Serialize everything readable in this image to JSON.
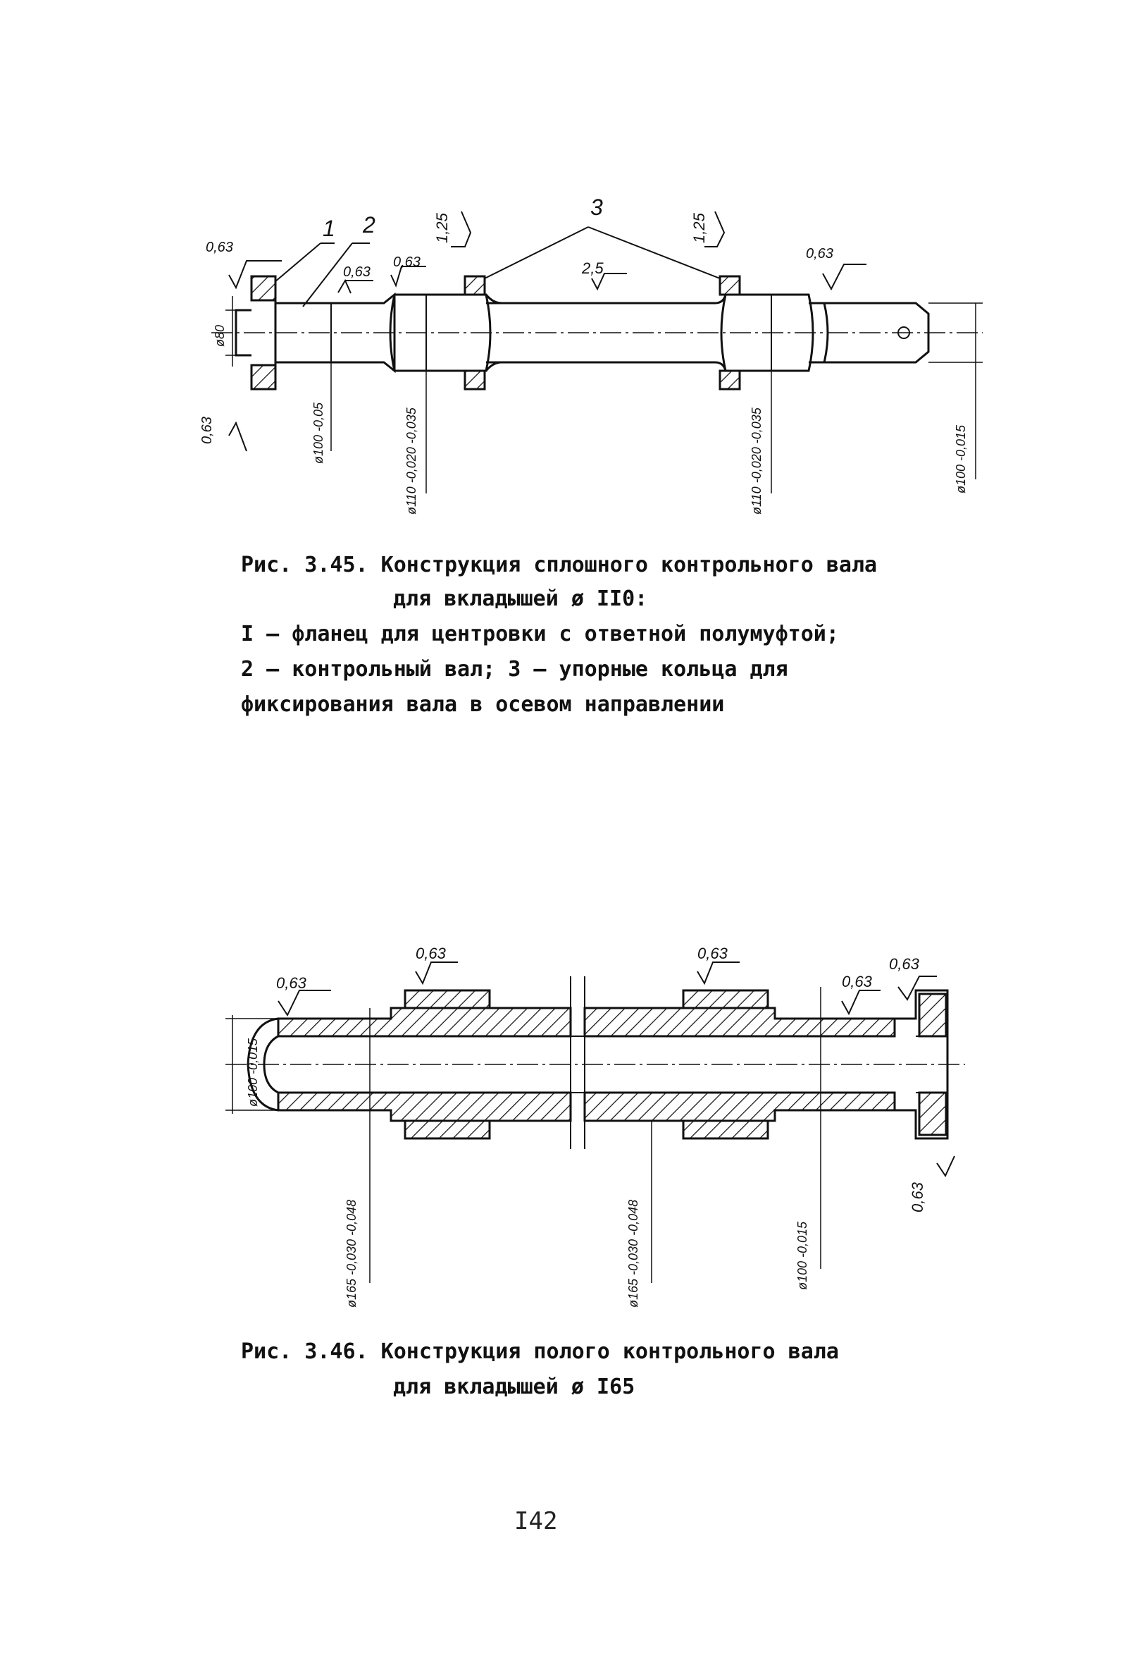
{
  "figure1": {
    "labels": {
      "part1": "1",
      "part2": "2",
      "part3": "3",
      "r063_a": "0,63",
      "r063_b": "0,63",
      "r063_c": "0,63",
      "r063_d": "0,63",
      "r063_e": "0,63",
      "r125_a": "1,25",
      "r125_b": "1,25",
      "r25": "2,5",
      "d80": "ø80",
      "dim1": "ø100 -0,05",
      "dim2": "ø110 -0,020 -0,035",
      "dim3": "ø110 -0,020 -0,035",
      "dim4": "ø100 -0,015"
    },
    "caption": {
      "line1": "Рис. 3.45. Конструкция сплошного контрольного вала",
      "line2": "для вкладышей ø II0:",
      "line3": "I – фланец для центровки с ответной полумуфтой;",
      "line4": "2 – контрольный вал; 3 – упорные кольца для",
      "line5": "фиксирования вала в осевом направлении"
    }
  },
  "figure2": {
    "labels": {
      "r063_a": "0,63",
      "r063_b": "0,63",
      "r063_c": "0,63",
      "r063_d": "0,63",
      "r063_e": "0,63",
      "r063_f": "0,63",
      "dim_left": "ø100 -0,015",
      "dim1": "ø165 -0,030 -0,048",
      "dim2": "ø165 -0,030 -0,048",
      "dim3": "ø100 -0,015"
    },
    "caption": {
      "line1": "Рис. 3.46. Конструкция полого контрольного вала",
      "line2": "для вкладышей ø I65"
    }
  },
  "page_number": "I42"
}
